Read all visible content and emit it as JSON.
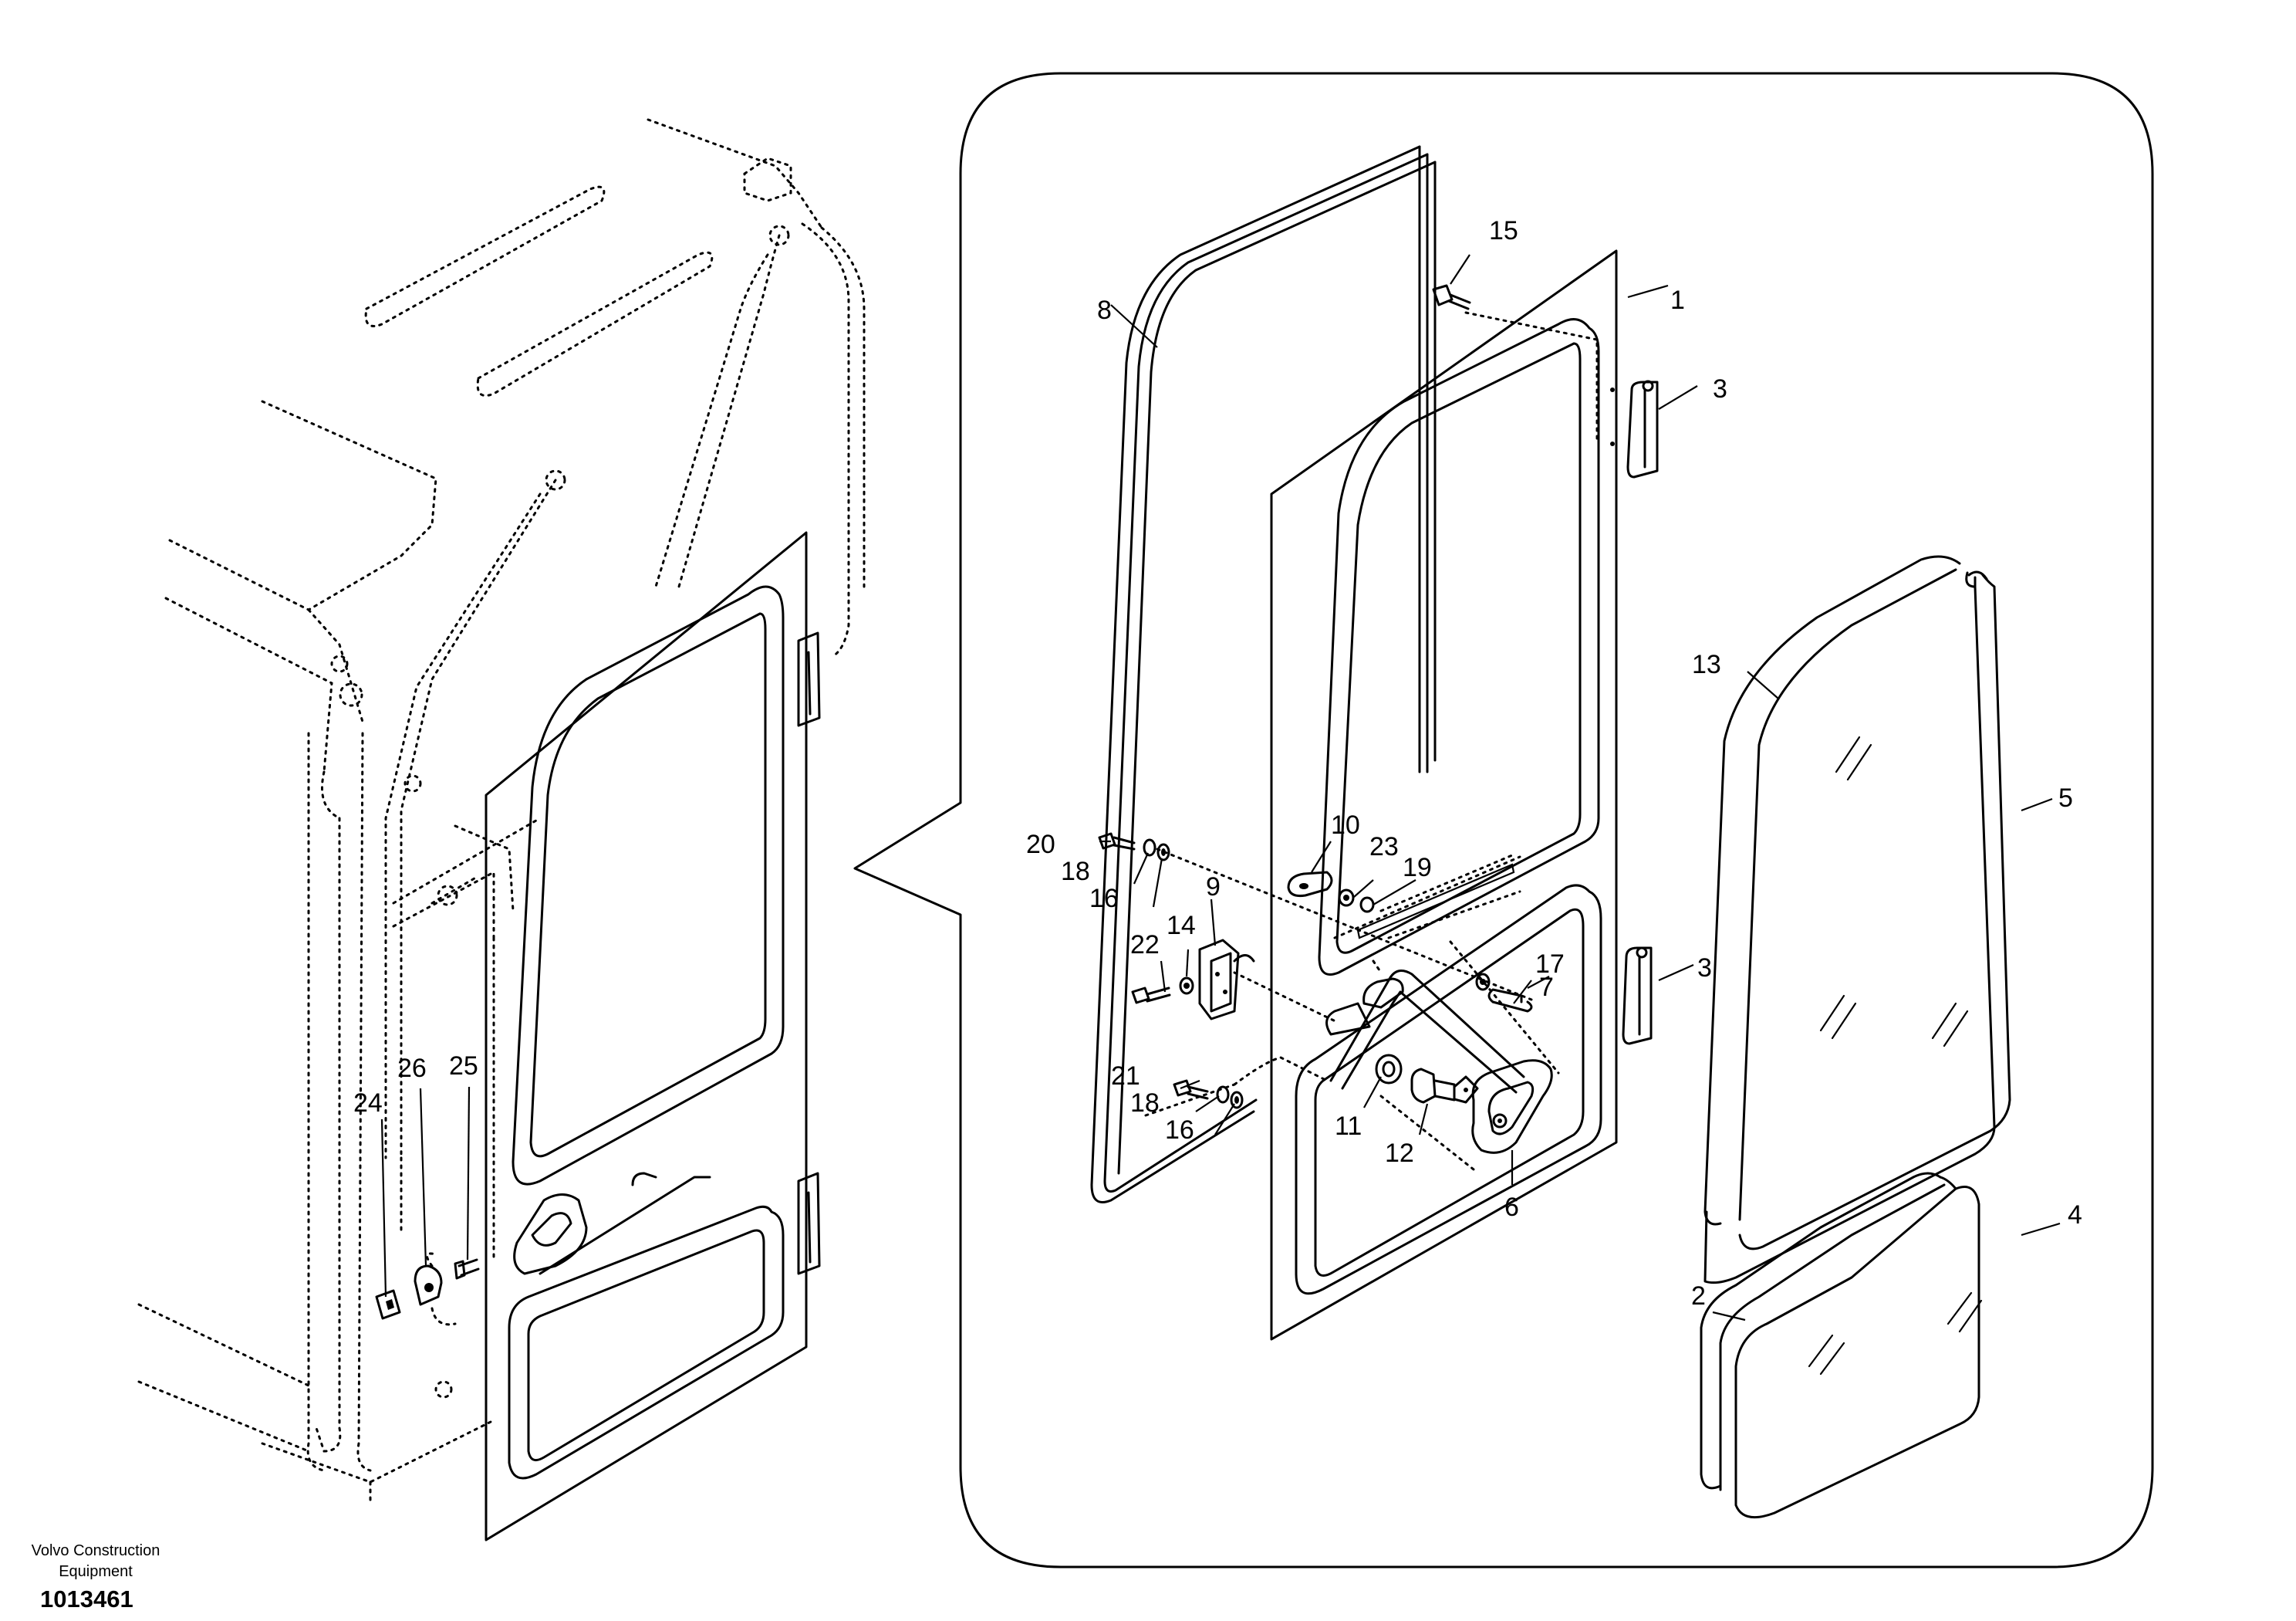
{
  "parts": {
    "p1": "1",
    "p2": "2",
    "p3a": "3",
    "p3b": "3",
    "p4": "4",
    "p5": "5",
    "p6": "6",
    "p7": "7",
    "p8": "8",
    "p9": "9",
    "p10": "10",
    "p11": "11",
    "p12": "12",
    "p13": "13",
    "p14": "14",
    "p15": "15",
    "p16a": "16",
    "p16b": "16",
    "p17": "17",
    "p18a": "18",
    "p18b": "18",
    "p19": "19",
    "p20": "20",
    "p21": "21",
    "p22": "22",
    "p23": "23",
    "p24": "24",
    "p25": "25",
    "p26": "26"
  },
  "footer": {
    "company_line1": "Volvo Construction",
    "company_line2": "Equipment",
    "drawing_number": "1013461"
  }
}
